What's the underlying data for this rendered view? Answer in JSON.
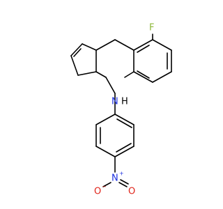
{
  "molecule": {
    "atoms": {
      "fluorine": {
        "label": "F",
        "color": "#8DB83A"
      },
      "amine_n": {
        "label": "N",
        "color": "#1A2EE0"
      },
      "amine_h": {
        "label": "H",
        "color": "#000000"
      },
      "nitro_n": {
        "label": "N",
        "color": "#1A2EE0"
      },
      "nitro_n_charge": {
        "label": "+",
        "color": "#1A2EE0"
      },
      "nitro_o_left": {
        "label": "O",
        "color": "#E0241A"
      },
      "nitro_o_left_charge": {
        "label": "−",
        "color": "#E0241A"
      },
      "nitro_o_right": {
        "label": "O",
        "color": "#E0241A"
      }
    }
  }
}
